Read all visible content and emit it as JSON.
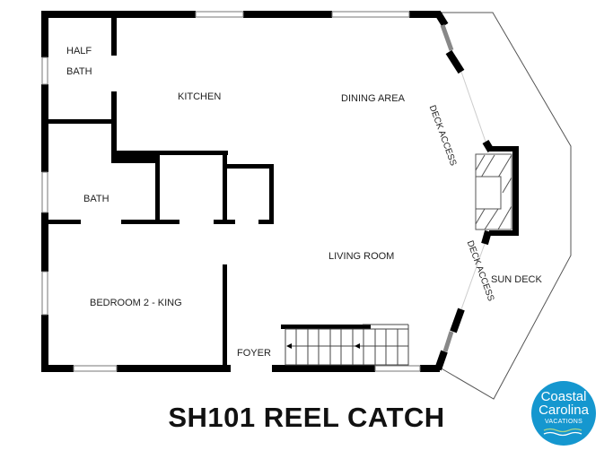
{
  "plan": {
    "title": "SH101 REEL CATCH",
    "rooms": [
      {
        "name": "HALF BATH",
        "line1": "HALF",
        "line2": "BATH"
      },
      {
        "name": "KITCHEN"
      },
      {
        "name": "DINING AREA"
      },
      {
        "name": "BATH"
      },
      {
        "name": "LIVING ROOM"
      },
      {
        "name": "BEDROOM 2 - KING"
      },
      {
        "name": "FOYER"
      },
      {
        "name": "SUN DECK"
      }
    ],
    "annotations": [
      "DECK ACCESS",
      "DECK ACCESS"
    ]
  },
  "logo": {
    "line1": "Coastal",
    "line2": "Carolina",
    "line3": "VACATIONS",
    "color": "#1597cf"
  }
}
